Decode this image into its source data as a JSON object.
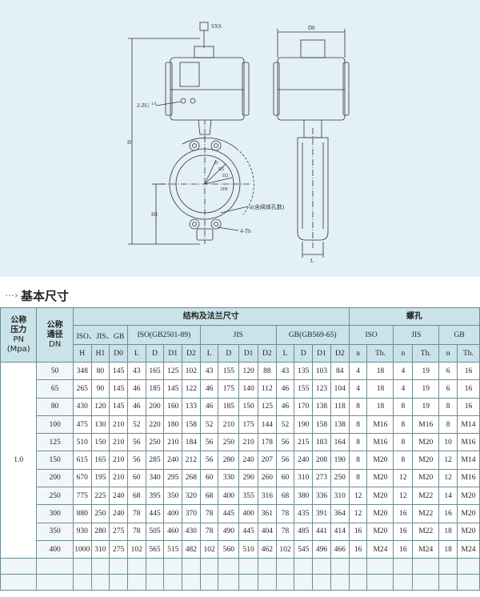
{
  "drawing": {
    "labels": {
      "sxs": "SXS",
      "zg": "2-ZG",
      "zg_frac": "1/4",
      "h": "H",
      "h1": "H1",
      "d0": "D0",
      "d": "D",
      "d1": "D1",
      "d2": "D2",
      "dn": "DN",
      "n_note": "n(含阀体孔数)",
      "th": "4-Th",
      "l": "L"
    }
  },
  "section": {
    "title": "基本尺寸"
  },
  "table": {
    "header": {
      "pn": [
        "公称",
        "压力",
        "PN",
        "(Mpa)"
      ],
      "dn": [
        "公称",
        "通径",
        "DN"
      ],
      "structure": "结构及法兰尺寸",
      "bolt": "螺孔",
      "groups": [
        "ISO、JIS、GB",
        "ISO(GB2501-89)",
        "JIS",
        "GB(GB569-65)",
        "ISO",
        "JIS",
        "GB"
      ],
      "cols": [
        "H",
        "H1",
        "D0",
        "L",
        "D",
        "D1",
        "D2",
        "L",
        "D",
        "D1",
        "D2",
        "L",
        "D",
        "D1",
        "D2",
        "n",
        "Th.",
        "n",
        "Th.",
        "n",
        "Th."
      ]
    },
    "pn_value": "1.0",
    "rows": [
      {
        "dn": "50",
        "v": [
          "348",
          "80",
          "145",
          "43",
          "165",
          "125",
          "102",
          "43",
          "155",
          "120",
          "88",
          "43",
          "135",
          "103",
          "84",
          "4",
          "18",
          "4",
          "19",
          "6",
          "16"
        ]
      },
      {
        "dn": "65",
        "v": [
          "265",
          "90",
          "145",
          "46",
          "185",
          "145",
          "122",
          "46",
          "175",
          "140",
          "112",
          "46",
          "155",
          "123",
          "104",
          "4",
          "18",
          "4",
          "19",
          "6",
          "16"
        ]
      },
      {
        "dn": "80",
        "v": [
          "430",
          "120",
          "145",
          "46",
          "200",
          "160",
          "133",
          "46",
          "185",
          "150",
          "125",
          "46",
          "170",
          "138",
          "118",
          "8",
          "18",
          "8",
          "19",
          "8",
          "16"
        ]
      },
      {
        "dn": "100",
        "v": [
          "475",
          "130",
          "210",
          "52",
          "220",
          "180",
          "158",
          "52",
          "210",
          "175",
          "144",
          "52",
          "190",
          "158",
          "138",
          "8",
          "M16",
          "8",
          "M16",
          "8",
          "M14"
        ]
      },
      {
        "dn": "125",
        "v": [
          "510",
          "150",
          "210",
          "56",
          "250",
          "210",
          "184",
          "56",
          "250",
          "210",
          "178",
          "56",
          "215",
          "183",
          "164",
          "8",
          "M16",
          "8",
          "M20",
          "10",
          "M16"
        ]
      },
      {
        "dn": "150",
        "v": [
          "615",
          "165",
          "210",
          "56",
          "285",
          "240",
          "212",
          "56",
          "280",
          "240",
          "207",
          "56",
          "240",
          "208",
          "190",
          "8",
          "M20",
          "8",
          "M20",
          "12",
          "M14"
        ]
      },
      {
        "dn": "200",
        "v": [
          "670",
          "195",
          "210",
          "60",
          "340",
          "295",
          "268",
          "60",
          "330",
          "290",
          "260",
          "60",
          "310",
          "273",
          "250",
          "8",
          "M20",
          "12",
          "M20",
          "12",
          "M16"
        ]
      },
      {
        "dn": "250",
        "v": [
          "775",
          "225",
          "240",
          "68",
          "395",
          "350",
          "320",
          "68",
          "400",
          "355",
          "316",
          "68",
          "380",
          "336",
          "310",
          "12",
          "M20",
          "12",
          "M22",
          "14",
          "M20"
        ]
      },
      {
        "dn": "300",
        "v": [
          "880",
          "250",
          "240",
          "78",
          "445",
          "400",
          "370",
          "78",
          "445",
          "400",
          "361",
          "78",
          "435",
          "391",
          "364",
          "12",
          "M20",
          "16",
          "M22",
          "16",
          "M20"
        ]
      },
      {
        "dn": "350",
        "v": [
          "930",
          "280",
          "275",
          "78",
          "505",
          "460",
          "430",
          "78",
          "490",
          "445",
          "404",
          "78",
          "485",
          "441",
          "414",
          "16",
          "M20",
          "16",
          "M22",
          "18",
          "M20"
        ]
      },
      {
        "dn": "400",
        "v": [
          "1000",
          "310",
          "275",
          "102",
          "565",
          "515",
          "482",
          "102",
          "560",
          "510",
          "462",
          "102",
          "545",
          "496",
          "466",
          "16",
          "M24",
          "16",
          "M24",
          "18",
          "M24"
        ]
      }
    ]
  }
}
